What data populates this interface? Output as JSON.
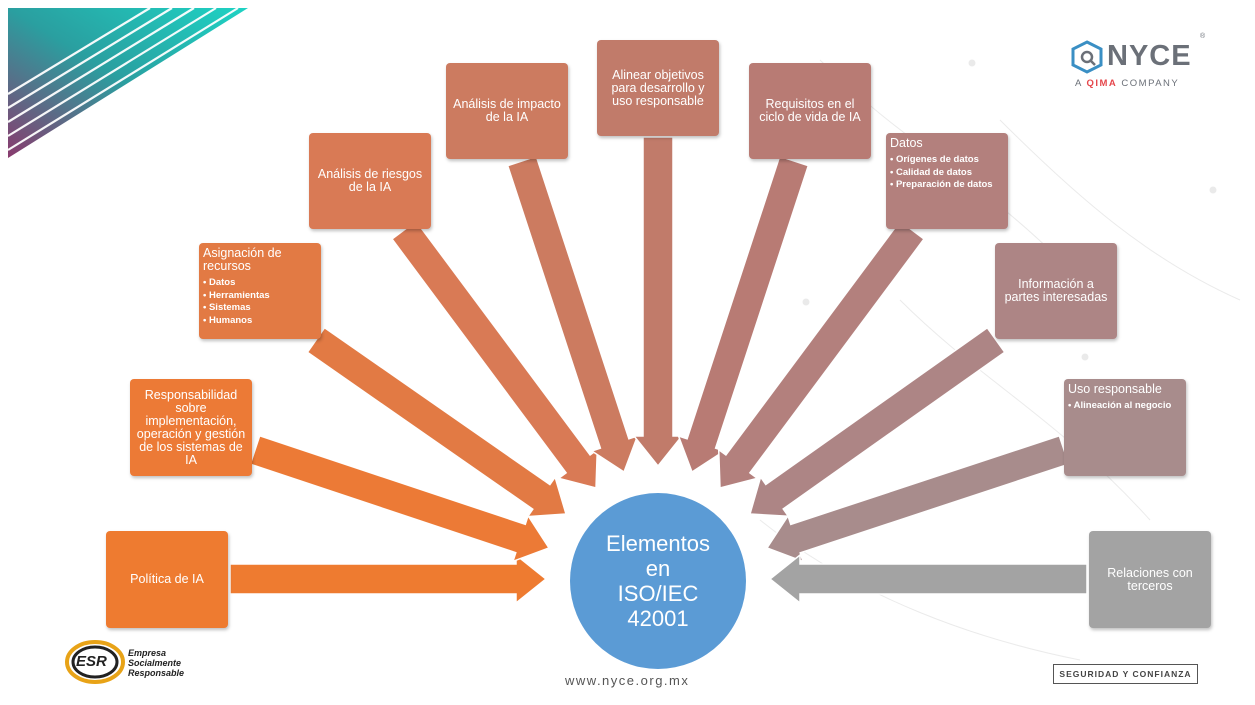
{
  "center": {
    "lines": [
      "Elementos",
      "en",
      "ISO/IEC",
      "42001"
    ],
    "color": "#5b9bd5"
  },
  "elements": [
    {
      "title": "Política de IA",
      "color": "#ee7b30",
      "bullets": []
    },
    {
      "title": "Responsabilidad sobre implementación, operación y gestión de los sistemas de IA",
      "color": "#ec7a36",
      "bullets": []
    },
    {
      "title": "Asignación de recursos",
      "color": "#e27a44",
      "bullets": [
        "Datos",
        "Herramientas",
        "Sistemas",
        "Humanos"
      ]
    },
    {
      "title": "Análisis de riesgos de la IA",
      "color": "#d97a55",
      "bullets": []
    },
    {
      "title": "Análisis de impacto de la IA",
      "color": "#cc7b60",
      "bullets": []
    },
    {
      "title": "Alinear objetivos para desarrollo y uso responsable",
      "color": "#c17b6a",
      "bullets": []
    },
    {
      "title": "Requisitos en el ciclo de vida de IA",
      "color": "#b87b74",
      "bullets": []
    },
    {
      "title": "Datos",
      "color": "#b3807d",
      "bullets": [
        "Orígenes de datos",
        "Calidad de datos",
        "Preparación de datos"
      ]
    },
    {
      "title": "Información a partes interesadas",
      "color": "#ad8585",
      "bullets": []
    },
    {
      "title": "Uso responsable",
      "color": "#a88c8c",
      "bullets": [
        "Alineación al negocio"
      ]
    },
    {
      "title": "Relaciones con terceros",
      "color": "#a3a3a3",
      "bullets": []
    }
  ],
  "logo": {
    "brand": "NYCE",
    "registered": "®",
    "tagline_prefix": "A",
    "tagline_brand": "QIMA",
    "tagline_suffix": "COMPANY"
  },
  "esr": {
    "badge": "ESR",
    "lines": [
      "Empresa",
      "Socialmente",
      "Responsable"
    ]
  },
  "website": "www.nyce.org.mx",
  "slogan": "SEGURIDAD Y CONFIANZA"
}
